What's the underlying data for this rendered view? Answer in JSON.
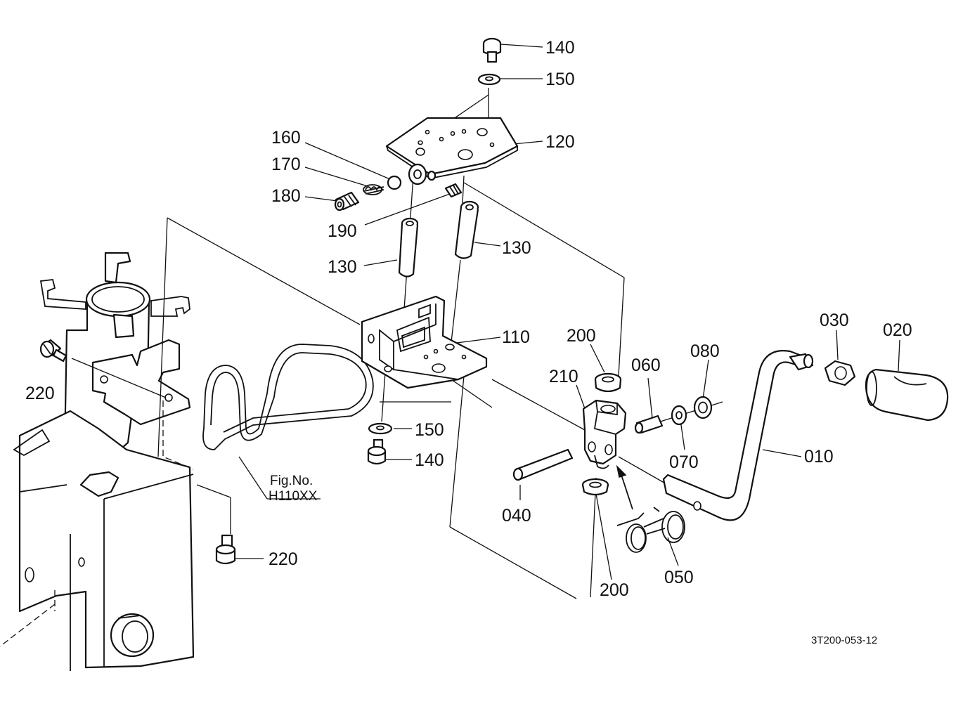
{
  "diagram": {
    "callouts": [
      {
        "id": "p140a",
        "text": "140"
      },
      {
        "id": "p150a",
        "text": "150"
      },
      {
        "id": "p120",
        "text": "120"
      },
      {
        "id": "p160",
        "text": "160"
      },
      {
        "id": "p170",
        "text": "170"
      },
      {
        "id": "p180",
        "text": "180"
      },
      {
        "id": "p190",
        "text": "190"
      },
      {
        "id": "p130a",
        "text": "130"
      },
      {
        "id": "p130b",
        "text": "130"
      },
      {
        "id": "p110",
        "text": "110"
      },
      {
        "id": "p200a",
        "text": "200"
      },
      {
        "id": "p210",
        "text": "210"
      },
      {
        "id": "p060",
        "text": "060"
      },
      {
        "id": "p080",
        "text": "080"
      },
      {
        "id": "p030",
        "text": "030"
      },
      {
        "id": "p020",
        "text": "020"
      },
      {
        "id": "p220a",
        "text": "220"
      },
      {
        "id": "p150b",
        "text": "150"
      },
      {
        "id": "p140b",
        "text": "140"
      },
      {
        "id": "p070",
        "text": "070"
      },
      {
        "id": "p010",
        "text": "010"
      },
      {
        "id": "p040",
        "text": "040"
      },
      {
        "id": "p200b",
        "text": "200"
      },
      {
        "id": "p050",
        "text": "050"
      },
      {
        "id": "p220b",
        "text": "220"
      }
    ],
    "figure_ref": {
      "line1": "Fig.No.",
      "line2": "H110XX"
    },
    "drawing_code": "3T200-053-12"
  }
}
